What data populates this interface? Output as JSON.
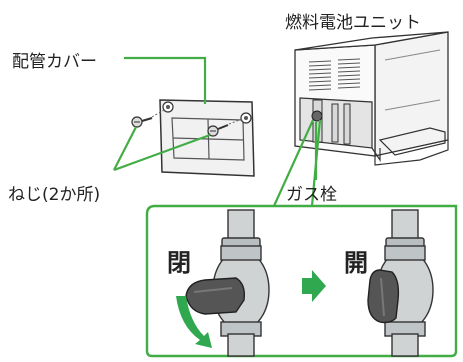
{
  "labels": {
    "fuel_cell_unit": "燃料電池ユニット",
    "piping_cover": "配管カバー",
    "screws": "ねじ(2か所)",
    "gas_valve": "ガス栓",
    "closed": "閉",
    "open": "開"
  },
  "colors": {
    "callout_green": "#43ad45",
    "arrow_green": "#2fa84f",
    "panel_outline": "#333333",
    "panel_fill": "#f1f1f1",
    "valve_gray": "#cfd3d4",
    "handle_dark": "#555555"
  },
  "icons": [
    "screw-icon",
    "rotate-arrow-icon",
    "right-arrow-icon"
  ]
}
